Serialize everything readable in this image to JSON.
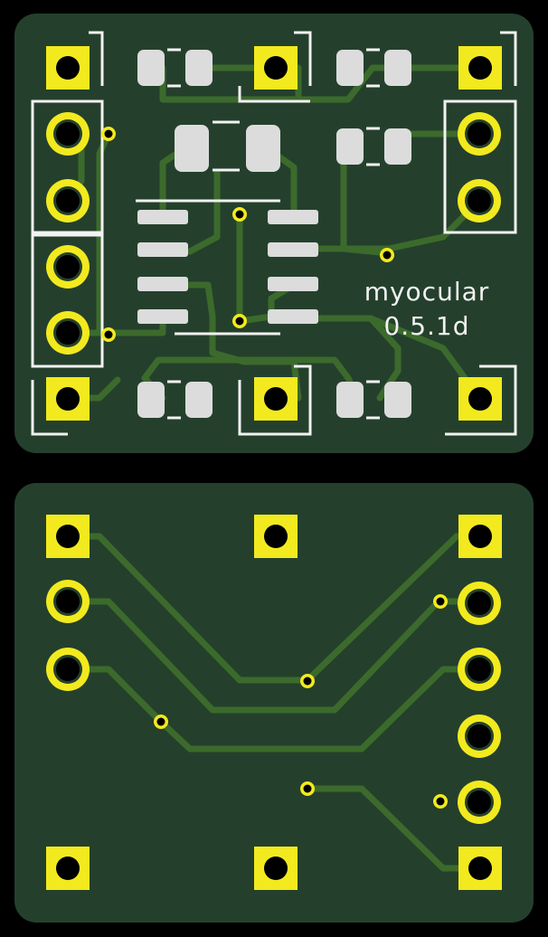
{
  "board": {
    "label_line1": "myocular",
    "label_line2": "0.5.1d"
  },
  "colors": {
    "background": "#000000",
    "board": "#24402c",
    "trace": "#3c6a2c",
    "copper_pad": "#f2ea1e",
    "smd_pad": "#dcdcdc",
    "silkscreen": "#f2f2f2",
    "drill": "#000000"
  },
  "views": [
    "top-side",
    "bottom-side"
  ]
}
